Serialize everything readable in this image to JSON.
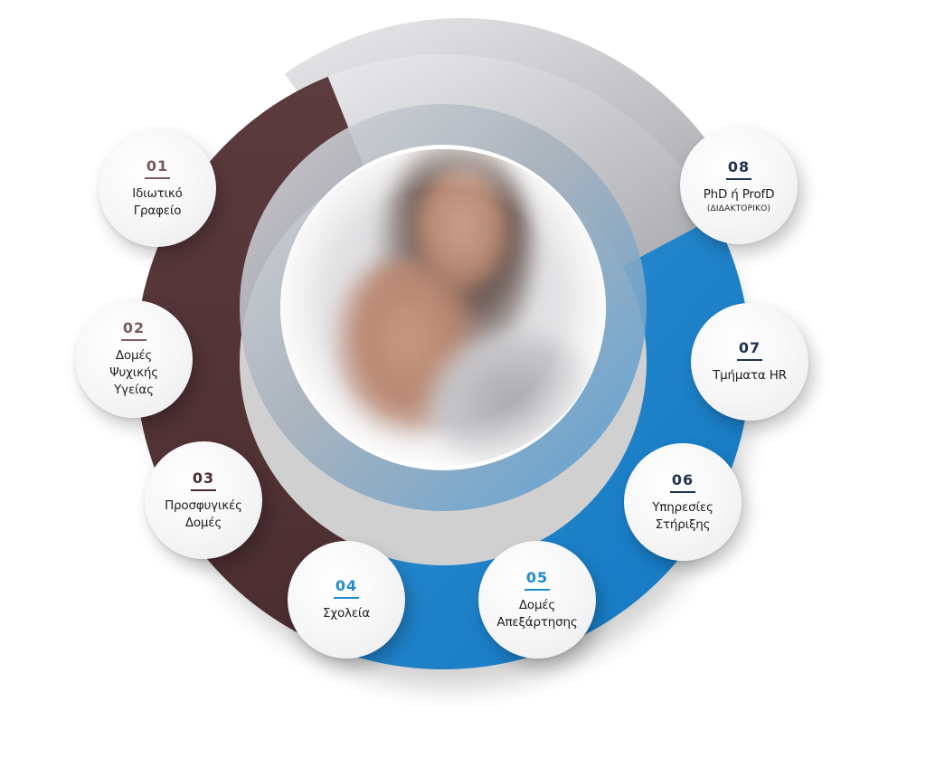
{
  "colors": {
    "brown": "#5a3b3d",
    "brown_number": "#7a5b5d",
    "dark_number": "#4a2c2e",
    "blue": "#1e8bd2",
    "navy": "#1f3350",
    "silver": "#c8c9cc"
  },
  "items": [
    {
      "number": "01",
      "label": "Ιδιωτικό\nΓραφείο",
      "sub": ""
    },
    {
      "number": "02",
      "label": "Δομές\nΨυχικής\nΥγείας",
      "sub": ""
    },
    {
      "number": "03",
      "label": "Προσφυγικές\nΔομές",
      "sub": ""
    },
    {
      "number": "04",
      "label": "Σχολεία",
      "sub": ""
    },
    {
      "number": "05",
      "label": "Δομές\nΑπεξάρτησης",
      "sub": ""
    },
    {
      "number": "06",
      "label": "Υπηρεσίες\nΣτήριξης",
      "sub": ""
    },
    {
      "number": "07",
      "label": "Τμήματα HR",
      "sub": ""
    },
    {
      "number": "08",
      "label": "PhD ή ProfD",
      "sub": "(ΔΙΔΑΚΤΟΡΙΚΟ)"
    }
  ]
}
